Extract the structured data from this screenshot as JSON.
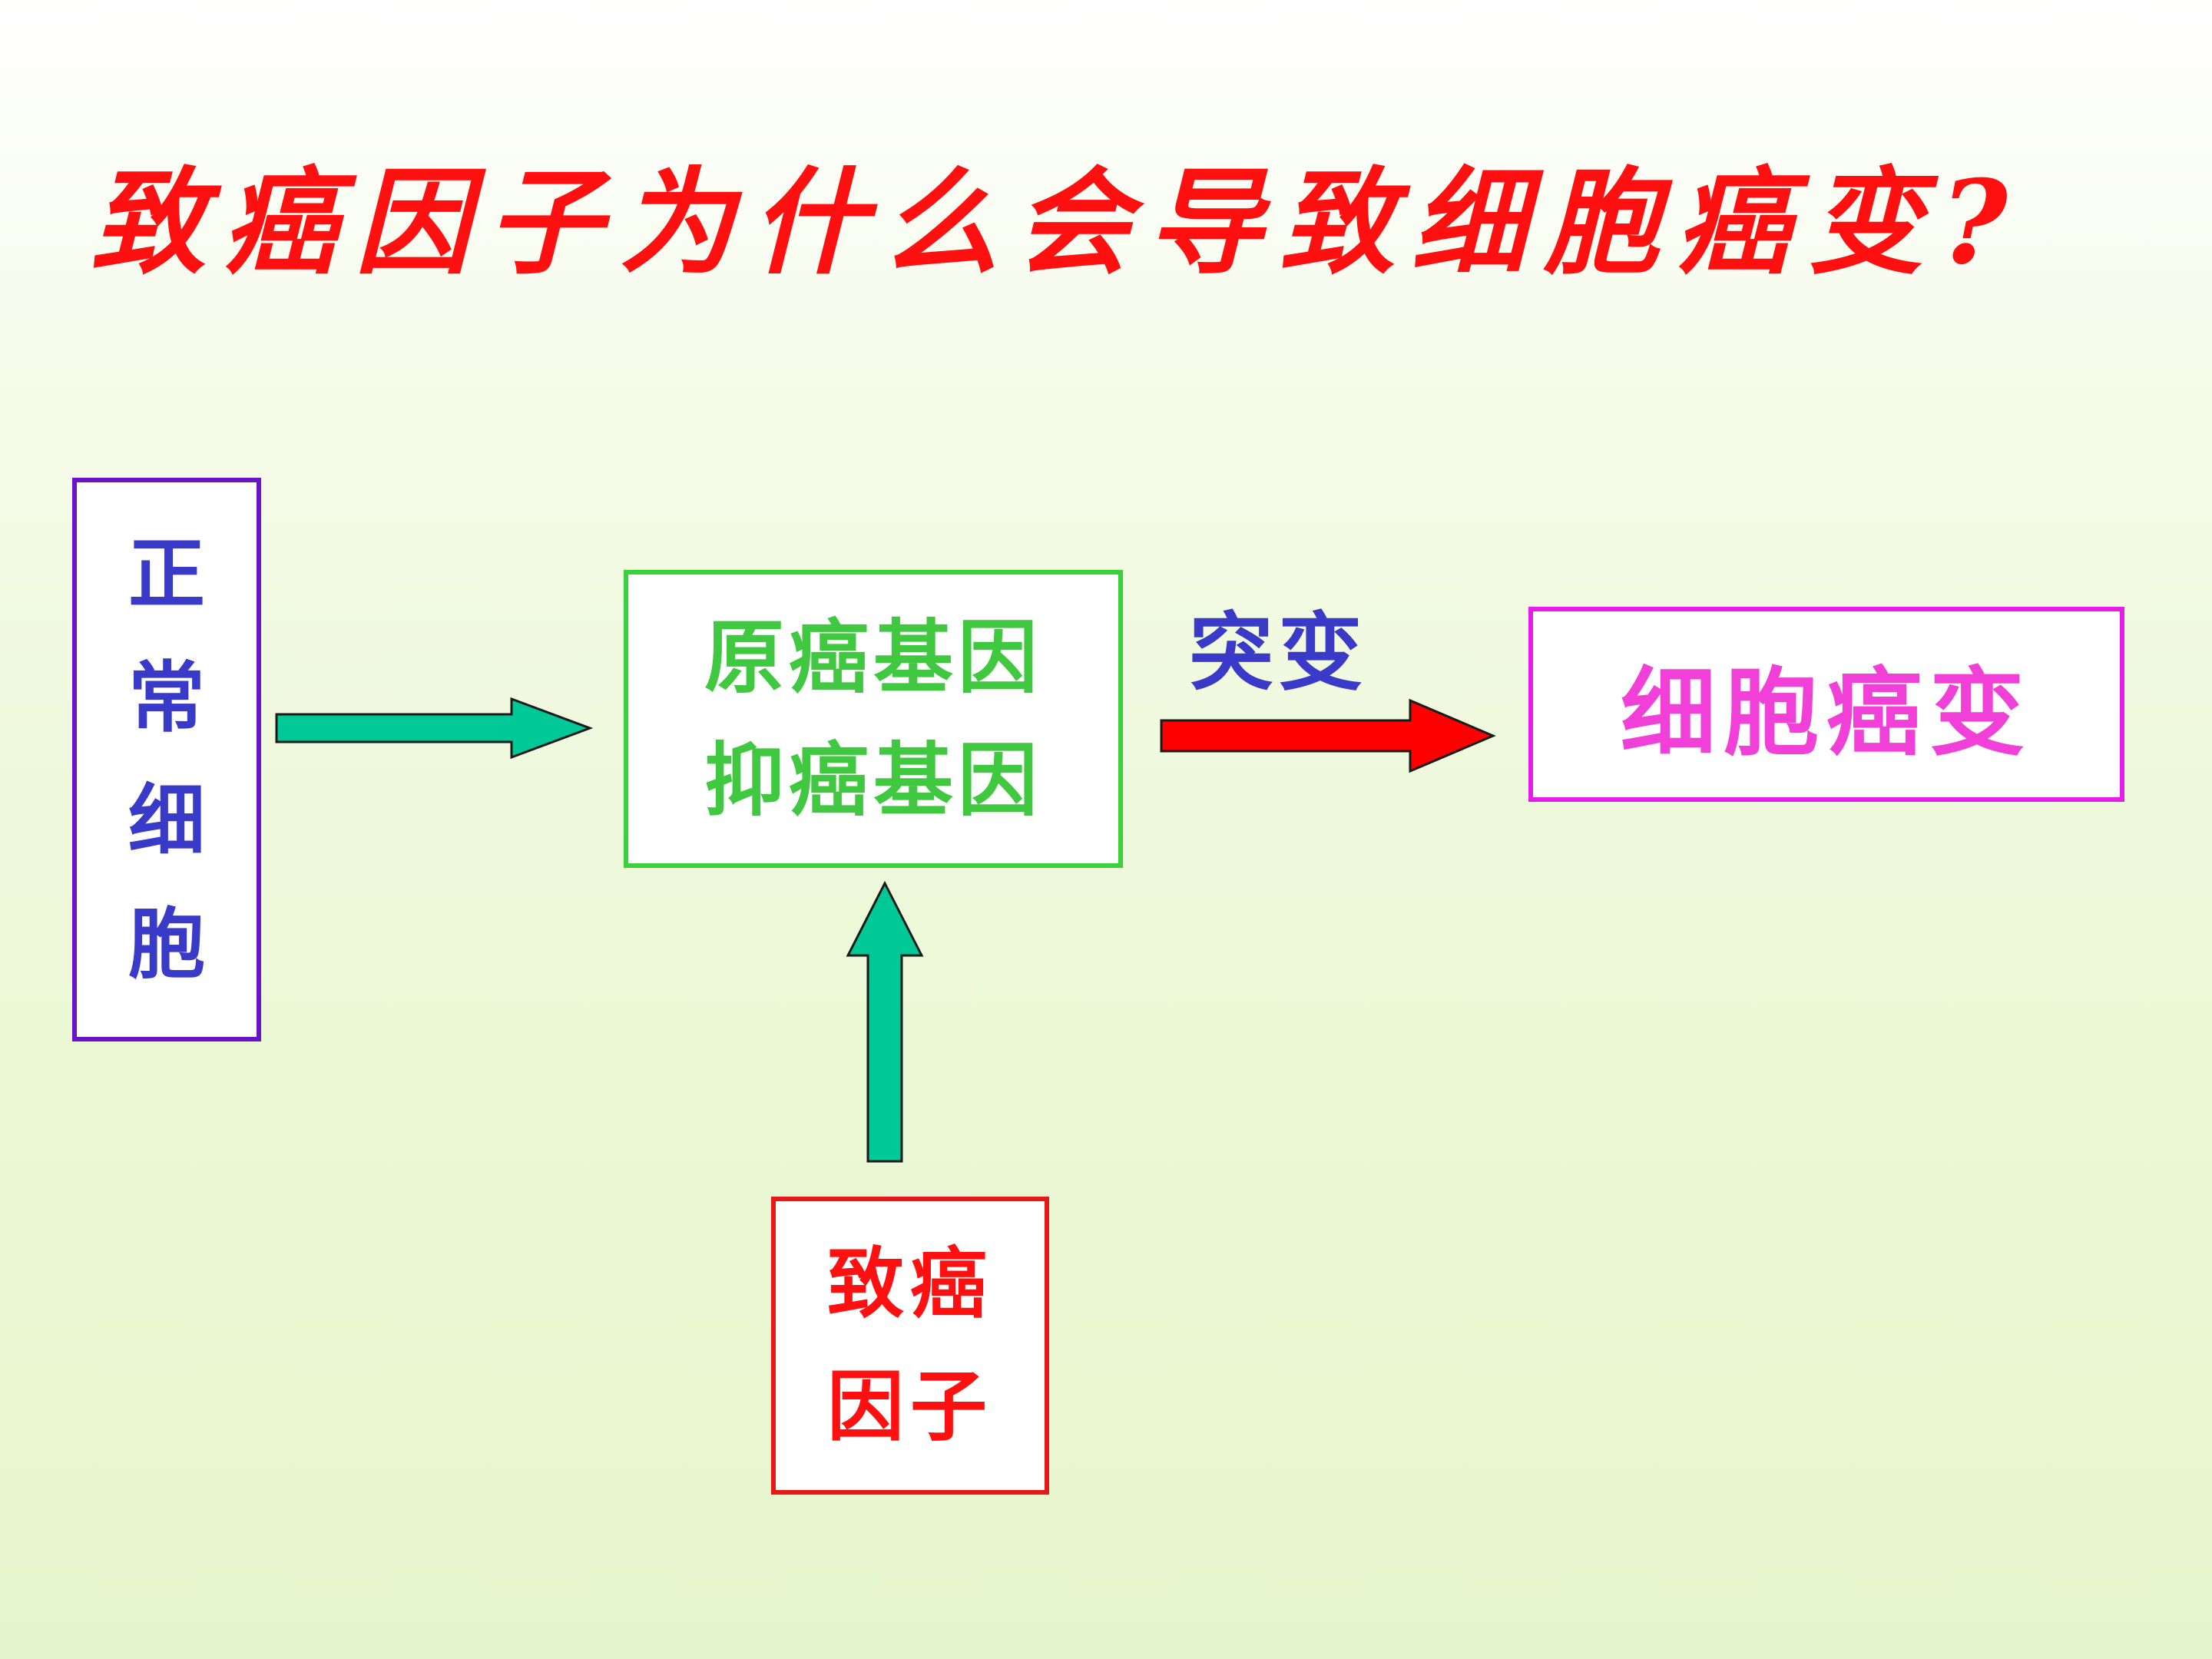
{
  "title": "致癌因子为什么会导致细胞癌变?",
  "normal_cell": {
    "chars": [
      "正",
      "常",
      "细",
      "胞"
    ]
  },
  "genes": {
    "line1": "原癌基因",
    "line2": "抑癌基因"
  },
  "mutation_label": "突变",
  "cancer_result": "细胞癌变",
  "carcinogen": {
    "line1": "致癌",
    "line2": "因子"
  },
  "colors": {
    "title": "#ff1010",
    "normal_cell_border": "#6a14c8",
    "normal_cell_text": "#3a3ac8",
    "genes_border": "#3ad23a",
    "genes_text": "#40c840",
    "mutation_text": "#3a3ac8",
    "cancer_border": "#e81ce8",
    "cancer_text": "#f040d8",
    "carcinogen_border": "#e81818",
    "carcinogen_text": "#ff1010",
    "arrow_teal": "#00c896",
    "arrow_red": "#ff0000"
  }
}
